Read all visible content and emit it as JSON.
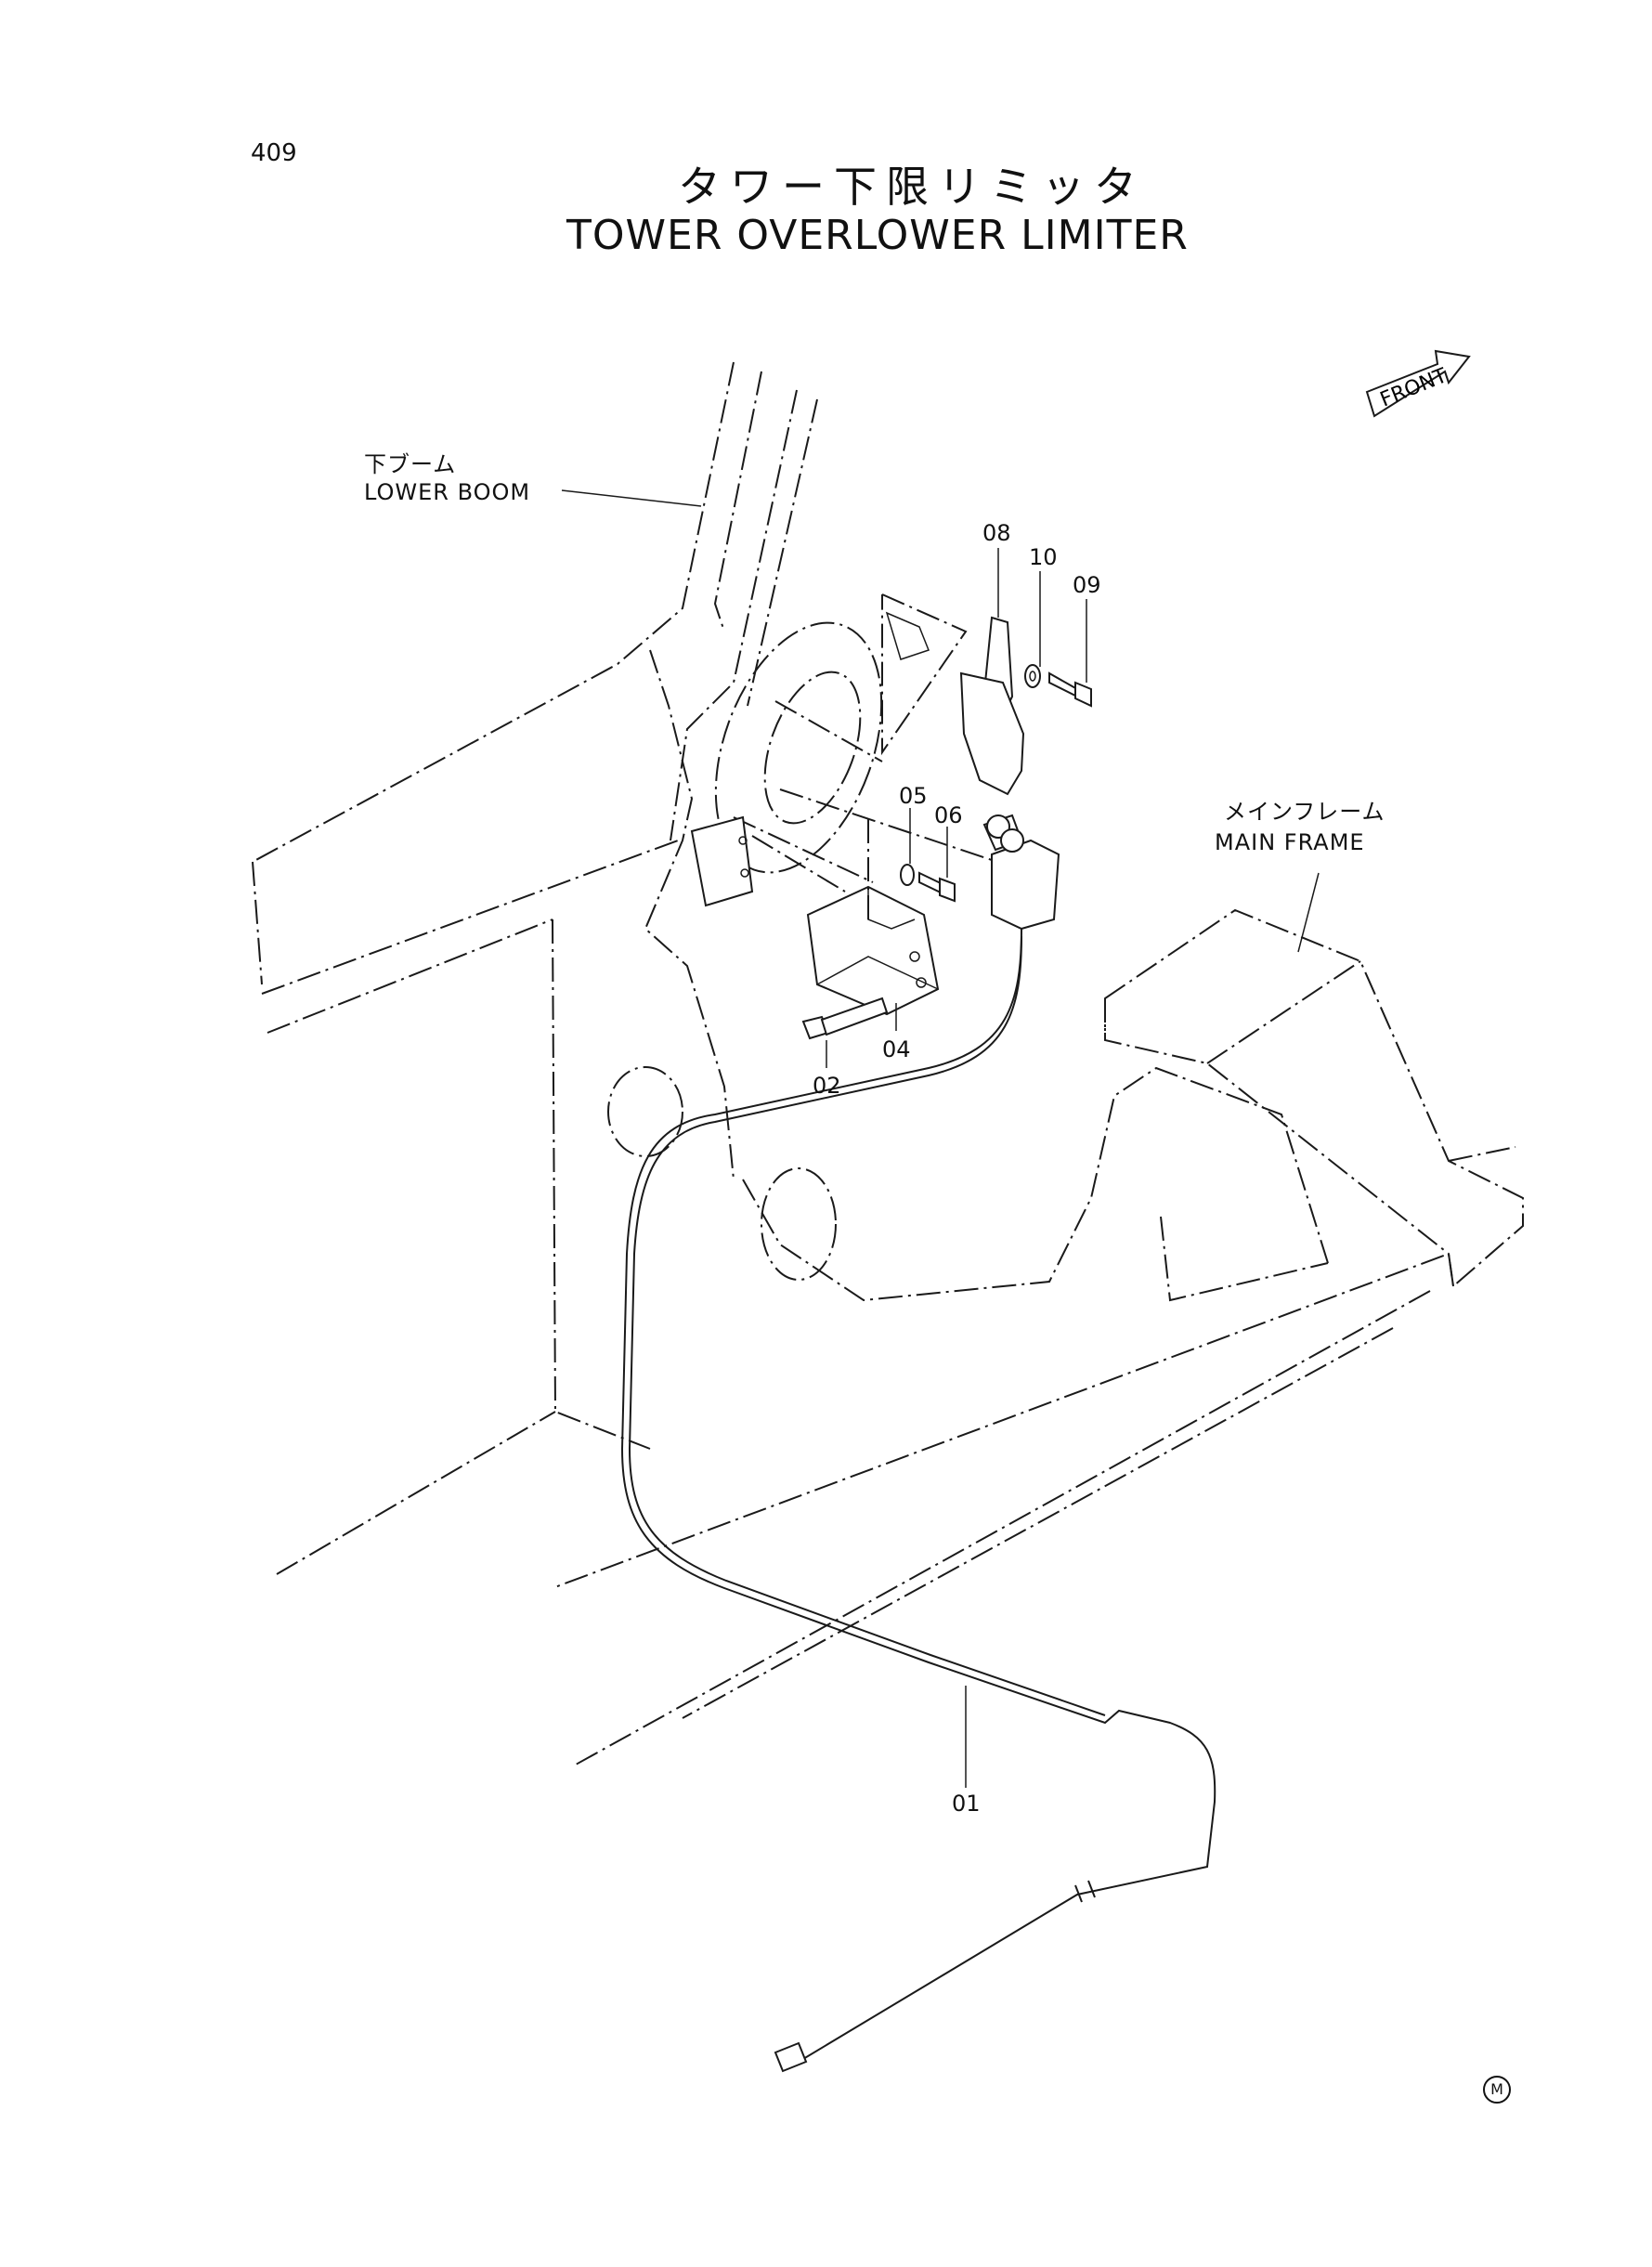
{
  "page": {
    "number": "409"
  },
  "title": {
    "japanese": "タワー下限リミッタ",
    "english": "TOWER OVERLOWER LIMITER"
  },
  "labels": {
    "lower_boom_jp": "下ブーム",
    "lower_boom_en": "LOWER BOOM",
    "main_frame_jp": "メインフレーム",
    "main_frame_en": "MAIN FRAME",
    "front": "FRONT",
    "mark": "M"
  },
  "part_numbers": [
    "01",
    "02",
    "04",
    "05",
    "06",
    "08",
    "09",
    "10"
  ]
}
